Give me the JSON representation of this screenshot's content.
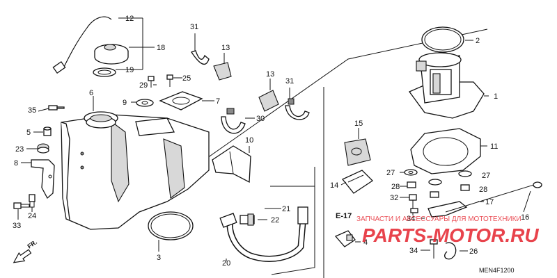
{
  "diagram": {
    "drawing_code": "MEN4F1200",
    "reference_label": "E-17",
    "front_label": "FR.",
    "watermark": {
      "tagline": "ЗАПЧАСТИ И АКСЕССУАРЫ ДЛЯ МОТОТЕХНИКИ",
      "logo": "PARTS-MOTOR.RU"
    },
    "callouts": [
      "1",
      "2",
      "3",
      "4",
      "5",
      "6",
      "7",
      "8",
      "9",
      "10",
      "11",
      "12",
      "13",
      "13",
      "14",
      "15",
      "16",
      "17",
      "18",
      "19",
      "20",
      "21",
      "22",
      "23",
      "24",
      "25",
      "26",
      "27",
      "27",
      "28",
      "28",
      "29",
      "30",
      "31",
      "31",
      "32",
      "33",
      "34",
      "34",
      "35"
    ]
  }
}
